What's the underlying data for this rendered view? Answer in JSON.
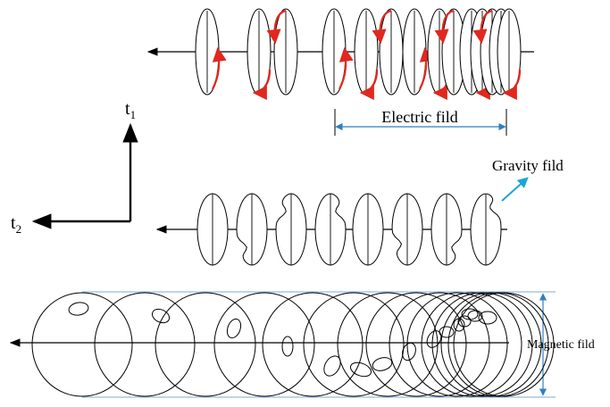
{
  "labels": {
    "electric": "Electric fild",
    "gravity": "Gravity fild",
    "magnetic": "Magnetic fild",
    "t1_base": "t",
    "t1_sub": "1",
    "t2_base": "t",
    "t2_sub": "2"
  },
  "colors": {
    "line": "#000000",
    "electric_arrow": "#e0281e",
    "dimension": "#2f7fc1",
    "gravity_arrow": "#1aa7d6",
    "guide": "#4f8fca"
  },
  "electric_row": {
    "disc_count": 14,
    "arrow_color": "red"
  },
  "gravity_row": {
    "shape_count": 8
  },
  "magnetic_row": {
    "circle_count": 15,
    "inner_blob_count": 15
  }
}
